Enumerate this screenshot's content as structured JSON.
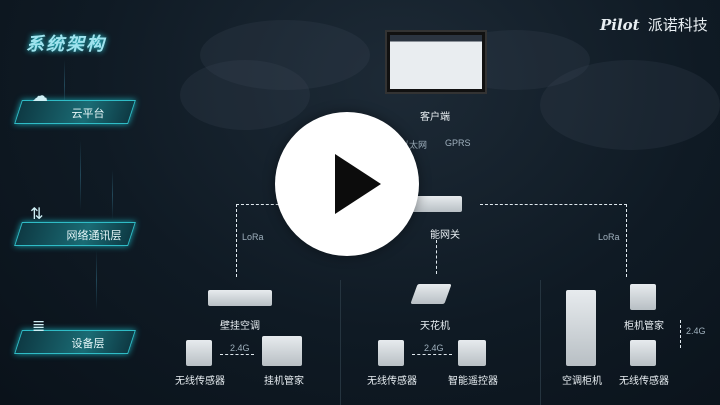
{
  "page": {
    "title": "系统架构"
  },
  "brand": {
    "logo_word": "Pilot",
    "name": "派诺科技"
  },
  "layers": [
    {
      "label": "云平台",
      "icon": "cloud-icon"
    },
    {
      "label": "网络通讯层",
      "icon": "updown-arrows-icon"
    },
    {
      "label": "设备层",
      "icon": "database-icon"
    }
  ],
  "nodes": {
    "client": "客户端",
    "gateway": "智能网关",
    "gateway_visible": "能网关",
    "wall_ac": "壁挂空调",
    "ceiling_ac": "天花机",
    "cabinet_ac": "空调柜机",
    "cabinet_mgr": "柜机管家",
    "wall_mgr": "挂机管家",
    "remote": "智能遥控器",
    "sensor1": "无线传感器",
    "sensor2": "无线传感器",
    "sensor3": "无线传感器"
  },
  "links": {
    "wan": "以太网",
    "gprs": "GPRS",
    "lora_left": "LoRa",
    "lora_right": "LoRa",
    "rf1": "2.4G",
    "rf2": "2.4G",
    "rf3": "2.4G"
  },
  "video": {
    "state": "paused",
    "control": "play-button"
  },
  "colors": {
    "accent": "#2fbcc6",
    "background": "#0c1620"
  }
}
